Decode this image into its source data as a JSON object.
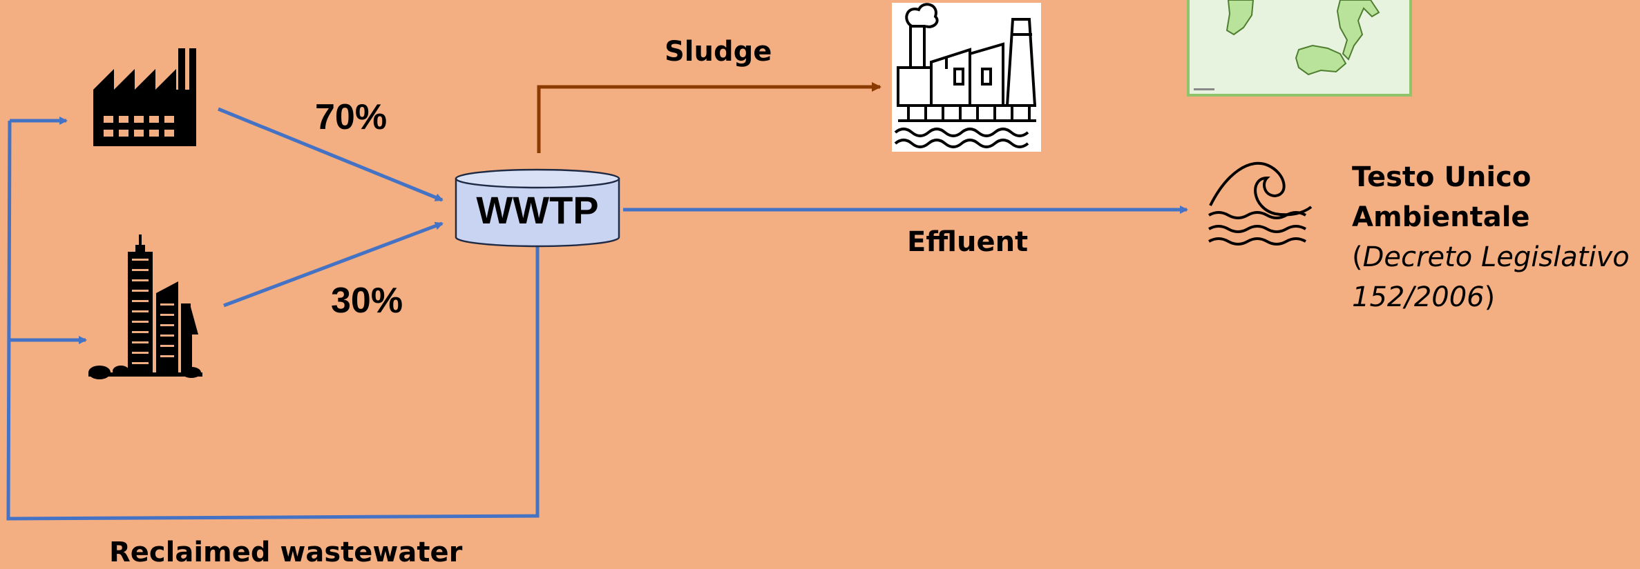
{
  "labels": {
    "pct_industry": "70%",
    "pct_urban": "30%",
    "wwtp": "WWTP",
    "sludge": "Sludge",
    "effluent": "Effluent",
    "reclaimed": "Reclaimed wastewater"
  },
  "regulation": {
    "title_line1": "Testo Unico",
    "title_line2": "Ambientale",
    "paren_open": "(",
    "law_line1": "Decreto Legislativo",
    "law_line2": "152/2006",
    "paren_close": ")"
  },
  "colors": {
    "background": "#F3AE82",
    "flow_blue": "#4472C4",
    "sludge_brown": "#8B3A00",
    "tank_fill": "#C9D4F2",
    "map_fill": "#E7F3DF",
    "map_border": "#8FC46A"
  },
  "icons": {
    "industry": "factory-icon",
    "urban": "city-buildings-icon",
    "sludge_destination": "industrial-plant-icon",
    "effluent_destination": "sea-wave-icon",
    "region_map": "italy-map-icon"
  }
}
